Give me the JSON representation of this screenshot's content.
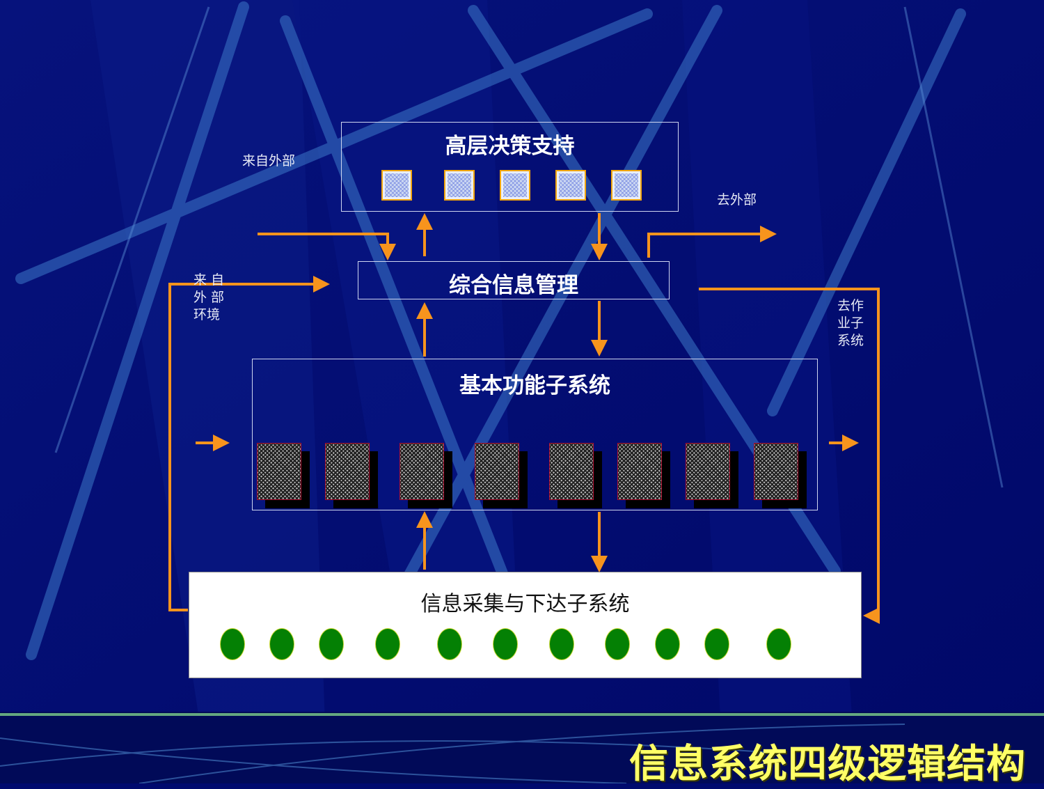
{
  "title": "信息系统四级逻辑结构",
  "levels": {
    "decision": "高层决策支持",
    "management": "综合信息管理",
    "function": "基本功能子系统",
    "collection": "信息采集与下达子系统"
  },
  "labels": {
    "from_outside_top": "来自外部",
    "to_outside": "去外部",
    "from_external_env": "来 自\n外 部\n环境",
    "to_operation_subsystem": "去作\n业子\n系统"
  },
  "colors": {
    "background": "#000a6e",
    "arrow": "#f7941d",
    "title": "#ffff66",
    "node_green": "#048004"
  }
}
